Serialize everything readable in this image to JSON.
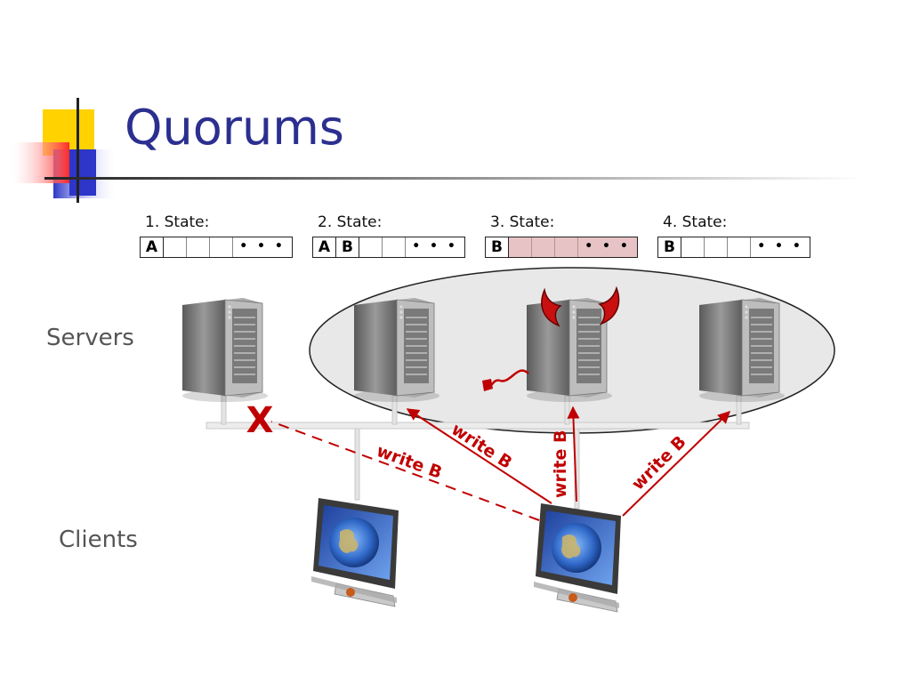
{
  "title": "Quorums",
  "labels": {
    "servers": "Servers",
    "clients": "Clients"
  },
  "states": [
    {
      "label": "1. State:",
      "cells": [
        "A",
        "",
        "",
        ""
      ],
      "dots": "• • •",
      "compromised": false
    },
    {
      "label": "2. State:",
      "cells": [
        "A",
        "B",
        "",
        ""
      ],
      "dots": "• • •",
      "compromised": false
    },
    {
      "label": "3. State:",
      "cells": [
        "B",
        "",
        "",
        ""
      ],
      "dots": "• • •",
      "compromised": true
    },
    {
      "label": "4. State:",
      "cells": [
        "B",
        "",
        "",
        ""
      ],
      "dots": "• • •",
      "compromised": false
    }
  ],
  "writes": [
    {
      "label": "write B",
      "to_server": 1,
      "failed": true
    },
    {
      "label": "write B",
      "to_server": 2,
      "failed": false
    },
    {
      "label": "write B",
      "to_server": 3,
      "failed": false
    },
    {
      "label": "write B",
      "to_server": 4,
      "failed": false
    }
  ],
  "failure_mark": "X",
  "colors": {
    "title": "#2b2f8f",
    "arrow": "#c00000",
    "compromised_state": "#e8c3c6",
    "quorum_ellipse": "#e8e8e8",
    "deco_yellow": "#ffd200",
    "deco_red": "#ff3b3b",
    "deco_blue": "#2d36c8"
  },
  "icons": [
    "server-icon",
    "client-computer-icon",
    "devil-horns-icon",
    "devil-tail-icon"
  ]
}
